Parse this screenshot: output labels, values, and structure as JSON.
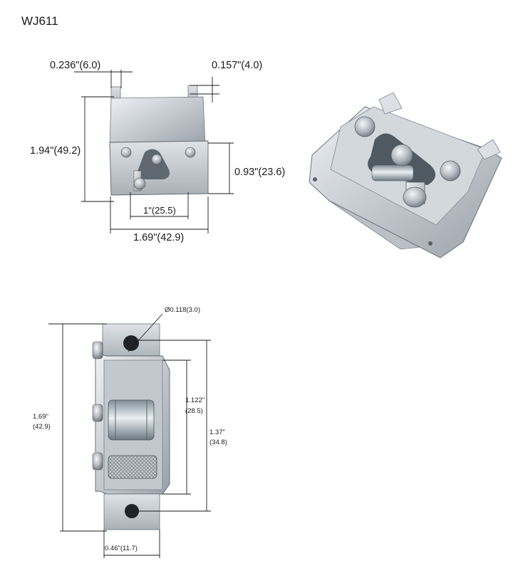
{
  "title": "WJ611",
  "front_view": {
    "thickness": "0.236\"(6.0)",
    "tab_offset": "0.157\"(4.0)",
    "height": "1.94\"(49.2)",
    "plate_height": "0.93\"(23.6)",
    "slot_width": "1\"(25.5)",
    "width": "1.69\"(42.9)"
  },
  "side_view": {
    "hole": "Ø0.118(3.0)",
    "length_in": "1.69\"",
    "length_mm": "(42.9)",
    "inner_in": "1.122\"",
    "inner_mm": "(28.5)",
    "hole_span_in": "1.37\"",
    "hole_span_mm": "(34.8)",
    "depth": "0.46\"(11.7)"
  },
  "colors": {
    "metal": "#c9ced4",
    "metal_dark": "#8e959d",
    "line": "#1a1a1a"
  }
}
